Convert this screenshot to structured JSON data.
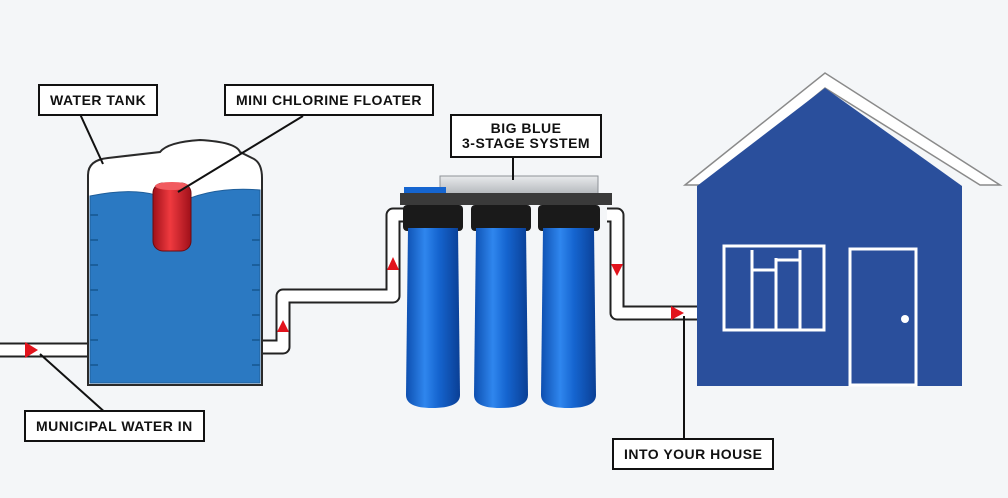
{
  "labels": {
    "water_tank": "WATER TANK",
    "chlorine_floater": "MINI CHLORINE FLOATER",
    "system_line1": "BIG BLUE",
    "system_line2": "3-STAGE SYSTEM",
    "municipal": "MUNICIPAL WATER IN",
    "into_house": "INTO YOUR HOUSE"
  },
  "colors": {
    "tank_water": "#2b79c2",
    "house": "#2a4f9c",
    "filter_housing": "#1565d0",
    "flow_arrow": "#e2131c",
    "floater": "#d81e24"
  },
  "icons": [
    "water-tank-icon",
    "chlorine-floater-icon",
    "filter-system-icon",
    "house-icon",
    "flow-arrow-icon"
  ]
}
